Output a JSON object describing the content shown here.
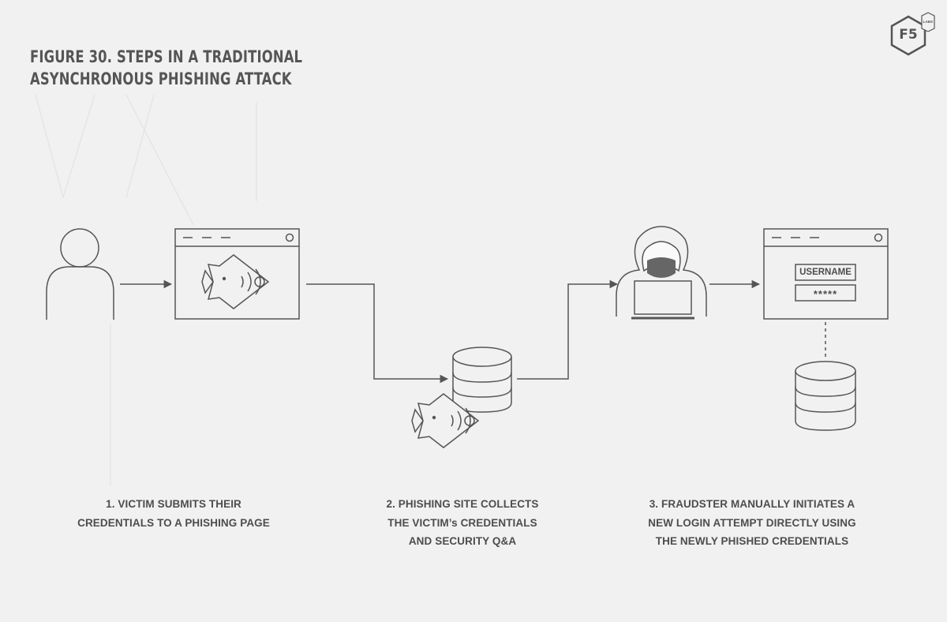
{
  "figure": {
    "title_line1": "FIGURE 30. STEPS IN A TRADITIONAL",
    "title_line2": "ASYNCHRONOUS PHISHING ATTACK"
  },
  "logo": {
    "text": "F5",
    "badge": "LABS"
  },
  "login_form": {
    "username_label": "USERNAME",
    "password_mask": "*****"
  },
  "steps": [
    {
      "lines": [
        "1. VICTIM SUBMITS THEIR",
        "CREDENTIALS TO A PHISHING PAGE"
      ]
    },
    {
      "lines": [
        "2. PHISHING SITE COLLECTS",
        "THE VICTIM’s CREDENTIALS",
        "AND SECURITY Q&A"
      ]
    },
    {
      "lines": [
        "3. FRAUDSTER MANUALLY INITIATES A",
        "NEW LOGIN ATTEMPT DIRECTLY USING",
        "THE NEWLY PHISHED CREDENTIALS"
      ]
    }
  ],
  "colors": {
    "background": "#f1f1f1",
    "stroke": "#555555",
    "text": "#4d4d4d"
  }
}
